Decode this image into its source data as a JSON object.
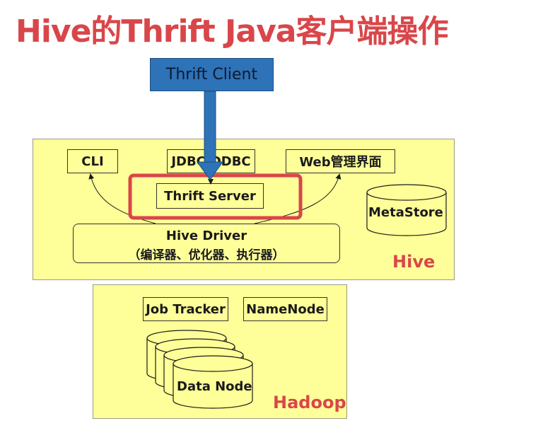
{
  "title": "Hive的Thrift Java客户端操作",
  "thrift_client": "Thrift Client",
  "hive": {
    "cli": "CLI",
    "jdbc_odbc": "JDBC/ODBC",
    "web": "Web管理界面",
    "thrift_server": "Thrift Server",
    "metastore": "MetaStore",
    "driver_line1": "Hive Driver",
    "driver_line2": "（编译器、优化器、执行器）",
    "label": "Hive"
  },
  "hadoop": {
    "job_tracker": "Job Tracker",
    "namenode": "NameNode",
    "data_node": "Data Node",
    "label": "Hadoop"
  },
  "colors": {
    "title": "#d9464a",
    "panel": "#ffff99",
    "client": "#2e72b8",
    "highlight": "#d9464a"
  }
}
